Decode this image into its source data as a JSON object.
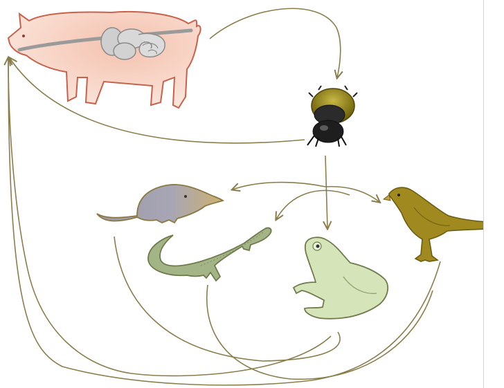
{
  "diagram": {
    "nodes": [
      {
        "id": "pig",
        "icon": "pig-icon"
      },
      {
        "id": "beetle",
        "icon": "beetle-icon"
      },
      {
        "id": "shrew",
        "icon": "shrew-icon"
      },
      {
        "id": "lizard",
        "icon": "lizard-icon"
      },
      {
        "id": "frog",
        "icon": "frog-icon"
      },
      {
        "id": "bird",
        "icon": "bird-icon"
      }
    ],
    "edges": [
      {
        "from": "pig",
        "to": "beetle"
      },
      {
        "from": "beetle",
        "to": "pig"
      },
      {
        "from": "beetle",
        "to": "frog"
      },
      {
        "from": "beetle",
        "to": "shrew"
      },
      {
        "from": "beetle",
        "to": "bird"
      },
      {
        "from": "beetle",
        "to": "lizard"
      },
      {
        "from": "shrew",
        "to": "pig"
      },
      {
        "from": "lizard",
        "to": "pig"
      },
      {
        "from": "frog",
        "to": "pig"
      },
      {
        "from": "bird",
        "to": "pig"
      }
    ],
    "colors": {
      "arrow": "#8a7d4a",
      "pig_fill": "#f7d8c8",
      "pig_stroke": "#c9604a",
      "beetle_fill": "#1e1e1e",
      "beetle_shell": "#8b7a10",
      "shrew_fill": "#a5a4b0",
      "lizard_fill": "#a3b487",
      "frog_fill": "#d6e5b9",
      "bird_fill": "#a08a20"
    }
  }
}
